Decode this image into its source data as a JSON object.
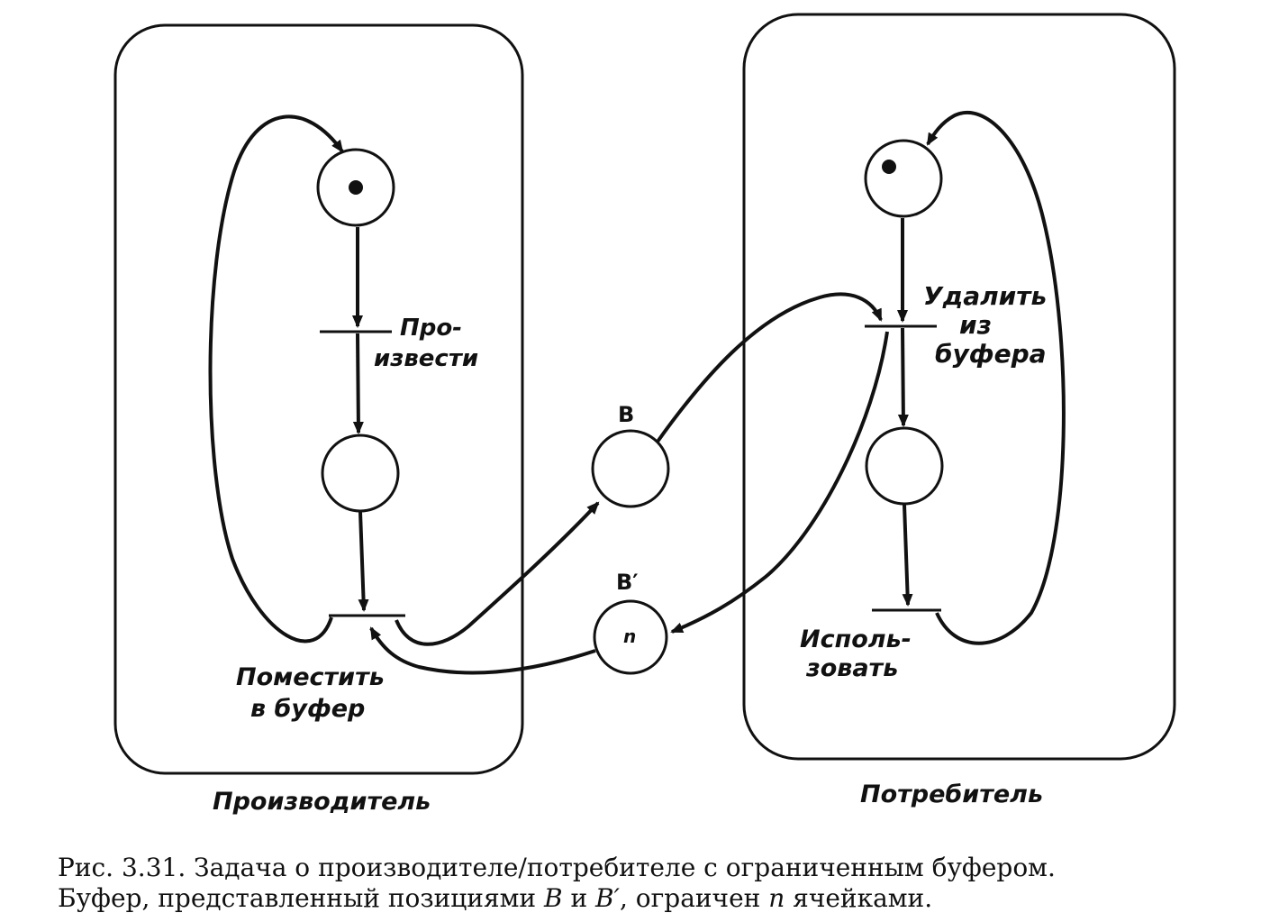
{
  "title": "Рис. 3.31. Задача о производителе/потребителе с ограниченным буфером.",
  "caption": {
    "line1": "Рис. 3.31. Задача о производителе/потребителе с ограниченным буфером.",
    "line2_a": "Буфер, представленный позициями",
    "line2_b": "B",
    "line2_c": "и",
    "line2_d": "B′",
    "line2_e": ", ограичен",
    "line2_f": "n",
    "line2_g": "ячейками."
  },
  "producer": {
    "name": "Производитель",
    "produce_transition": [
      "Про-",
      "извести"
    ],
    "put_transition": [
      "Поместить",
      "в буфер"
    ],
    "start_token": true
  },
  "consumer": {
    "name": "Потребитель",
    "remove_transition": [
      "Удалить",
      "из",
      "буфера"
    ],
    "use_transition": [
      "Исполь-",
      "зовать"
    ],
    "start_token": true
  },
  "buffer": {
    "full_place": "B",
    "empty_place": "B′",
    "empty_tokens": "n"
  }
}
